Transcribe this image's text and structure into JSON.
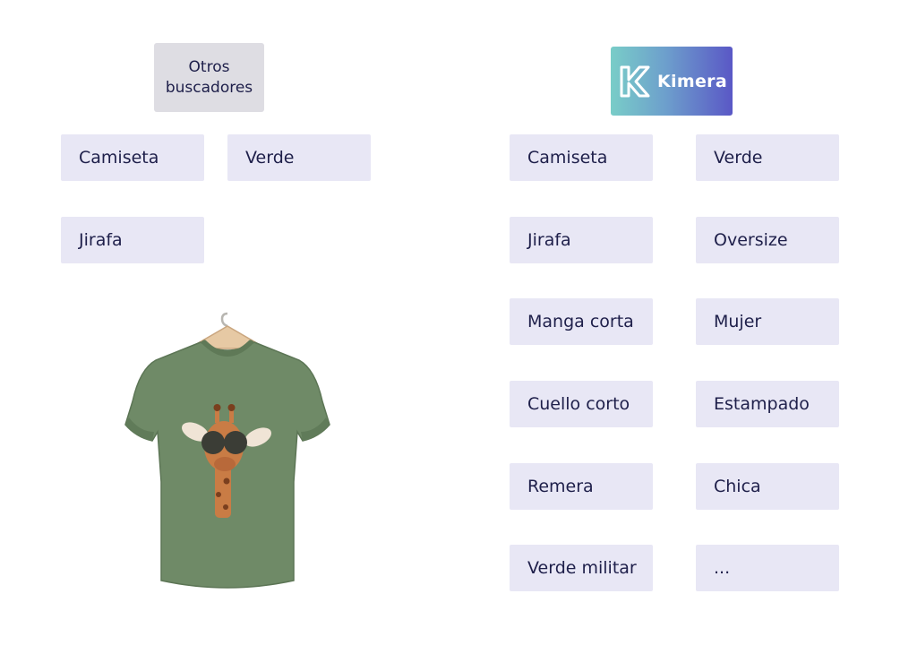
{
  "left": {
    "header": "Otros\nbuscadores",
    "tags": [
      "Camiseta",
      "Verde",
      "Jirafa"
    ]
  },
  "right": {
    "logo_text": "Kimera",
    "tags": [
      "Camiseta",
      "Verde",
      "Jirafa",
      "Oversize",
      "Manga corta",
      "Mujer",
      "Cuello corto",
      "Estampado",
      "Remera",
      "Chica",
      "Verde militar",
      "..."
    ]
  },
  "colors": {
    "tag_bg": "#e8e7f5",
    "header_bg": "#dedde3",
    "text": "#1e1f4a",
    "logo_gradient_start": "#79cdc8",
    "logo_gradient_end": "#5a58c6",
    "shirt": "#6f8a67"
  },
  "image": {
    "subject": "green-t-shirt-with-giraffe-print-icon"
  }
}
